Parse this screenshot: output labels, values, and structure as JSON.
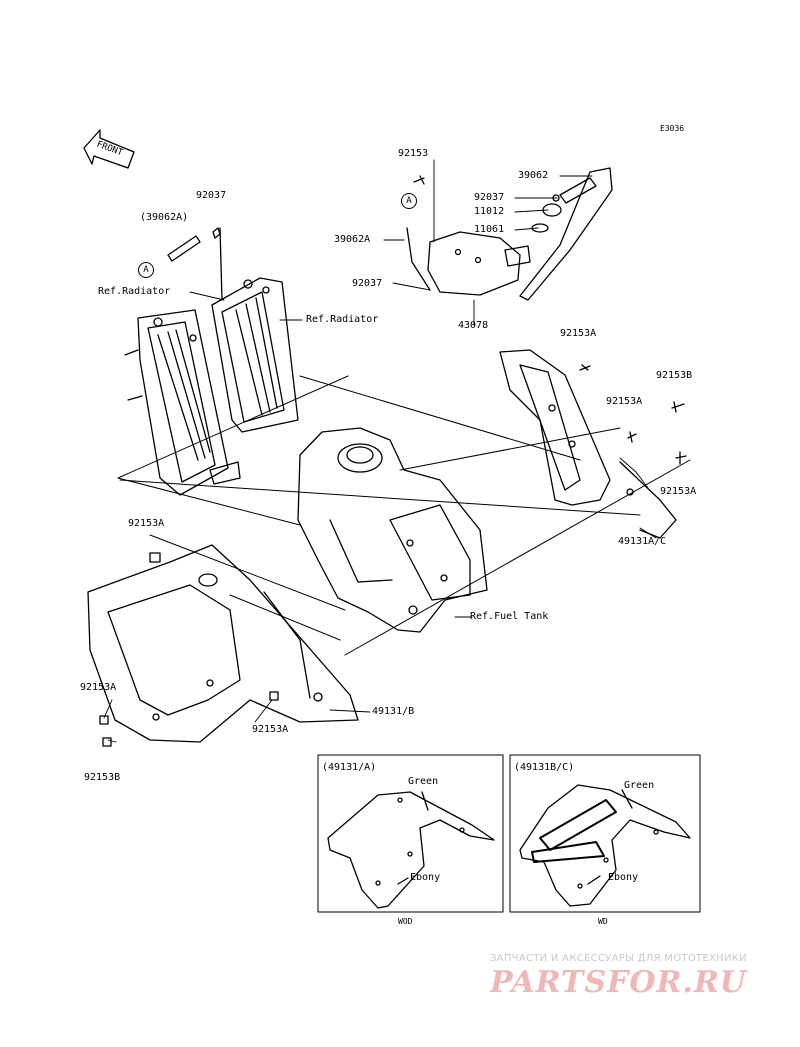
{
  "diagram_code": "E3036",
  "front_label": "FRONT",
  "callout_letter": "A",
  "parts": {
    "p92153": "92153",
    "p39062": "39062",
    "p92037_top": "92037",
    "p11012": "11012",
    "p11061": "11061",
    "p39062A": "39062A",
    "p92037_mid": "92037",
    "p43078": "43078",
    "p92037_left": "92037",
    "p39062A_paren": "(39062A)",
    "ref_radiator_left": "Ref.Radiator",
    "ref_radiator_right": "Ref.Radiator",
    "p92153A_1": "92153A",
    "p92153B_1": "92153B",
    "p92153A_2": "92153A",
    "p92153A_3": "92153A",
    "p49131AC": "49131A/C",
    "ref_fuel_tank": "Ref.Fuel Tank",
    "p92153A_4": "92153A",
    "p92153A_5": "92153A",
    "p92153A_6": "92153A",
    "p49131B": "49131/B",
    "p92153B_2": "92153B"
  },
  "variants": [
    {
      "title": "(49131/A)",
      "color_top": "Green",
      "color_bottom": "Ebony",
      "footer": "WOD"
    },
    {
      "title": "(49131B/C)",
      "color_top": "Green",
      "color_bottom": "Ebony",
      "footer": "WD"
    }
  ],
  "watermark": {
    "caption": "ЗАПЧАСТИ И АКСЕССУАРЫ ДЛЯ МОТОТЕХНИКИ",
    "logo": "PARTSFOR.RU"
  }
}
